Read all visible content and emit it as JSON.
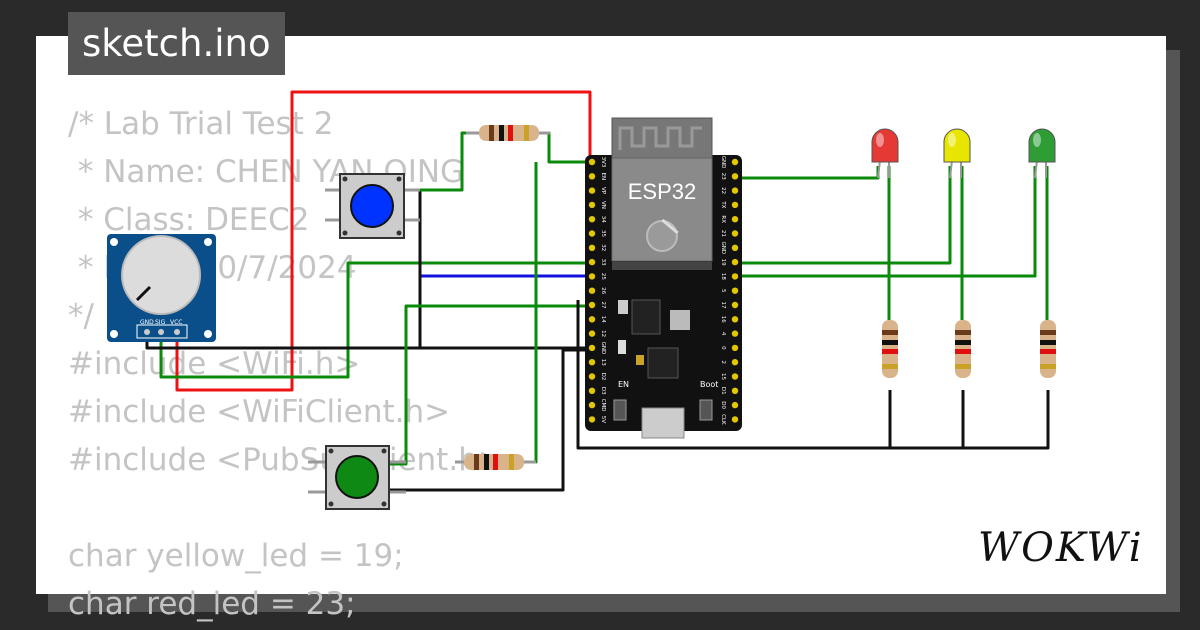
{
  "sketch_tab": {
    "label": "sketch.ino"
  },
  "code_lines": [
    "/* Lab Trial Test 2",
    " * Name: CHEN YAN QING",
    " * Class: DEEC2",
    " * Date: 10/7/2024",
    "*/",
    "#include <WiFi.h>",
    "#include <WiFiClient.h>",
    "#include <PubSubClient.h>",
    "",
    "char yellow_led = 19;",
    "char red_led = 23;"
  ],
  "board": {
    "label": "ESP32",
    "en_label": "EN",
    "boot_label": "Boot",
    "left_pins": [
      "3V3",
      "EN",
      "VP",
      "VN",
      "34",
      "35",
      "32",
      "33",
      "25",
      "26",
      "27",
      "14",
      "12",
      "GND",
      "13",
      "D2",
      "D3",
      "CMD",
      "5V"
    ],
    "right_pins": [
      "GND",
      "23",
      "22",
      "TX",
      "RX",
      "21",
      "GND",
      "19",
      "18",
      "5",
      "17",
      "16",
      "4",
      "0",
      "2",
      "15",
      "D1",
      "D0",
      "CLK"
    ]
  },
  "potentiometer": {
    "pin_labels": [
      "GND",
      "SIG",
      "VCC"
    ]
  },
  "leds": [
    {
      "color": "red",
      "hex": "#e53935"
    },
    {
      "color": "yellow",
      "hex": "#e8e600"
    },
    {
      "color": "green",
      "hex": "#2e9d36"
    }
  ],
  "buttons": [
    {
      "color": "blue",
      "hex": "#0033ff"
    },
    {
      "color": "green",
      "hex": "#0e8a14"
    }
  ],
  "wire_colors": {
    "red": "#ee1111",
    "green": "#0a8a0a",
    "blue": "#1111dd",
    "black": "#111111"
  },
  "branding": {
    "logo_text": "WOKWi"
  }
}
